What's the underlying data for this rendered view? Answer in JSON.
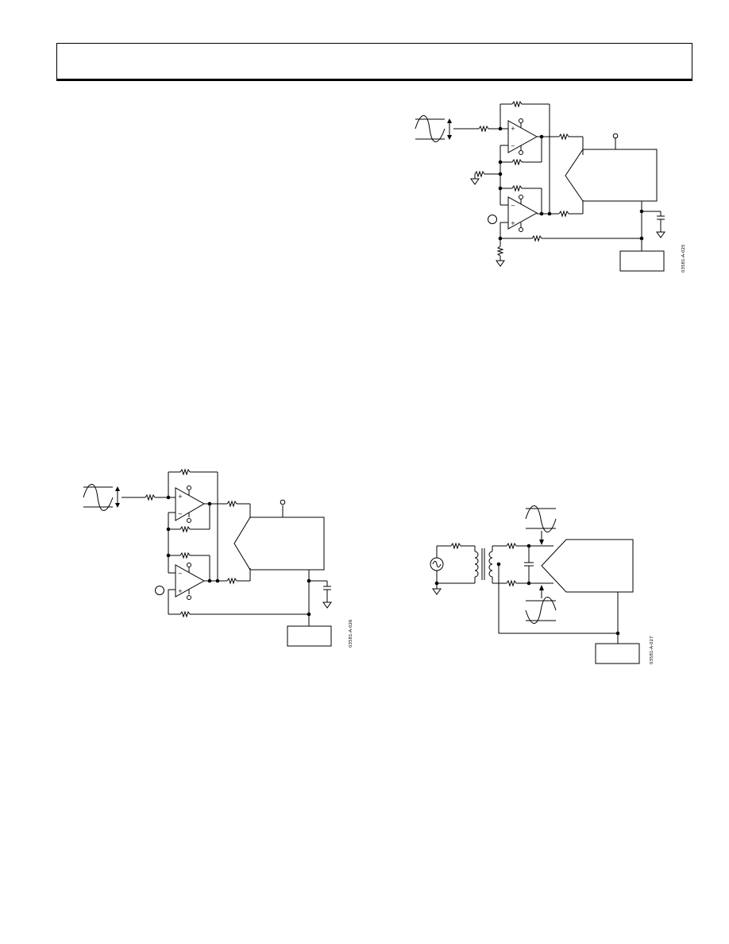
{
  "page": {
    "header": ""
  },
  "figures": [
    {
      "id": "fig-top-right",
      "code": "03581-A-025"
    },
    {
      "id": "fig-bottom-left",
      "code": "03581-A-026"
    },
    {
      "id": "fig-bottom-right",
      "code": "03581-A-027"
    }
  ],
  "symbols": {
    "noninverting": "+",
    "inverting": "−"
  }
}
